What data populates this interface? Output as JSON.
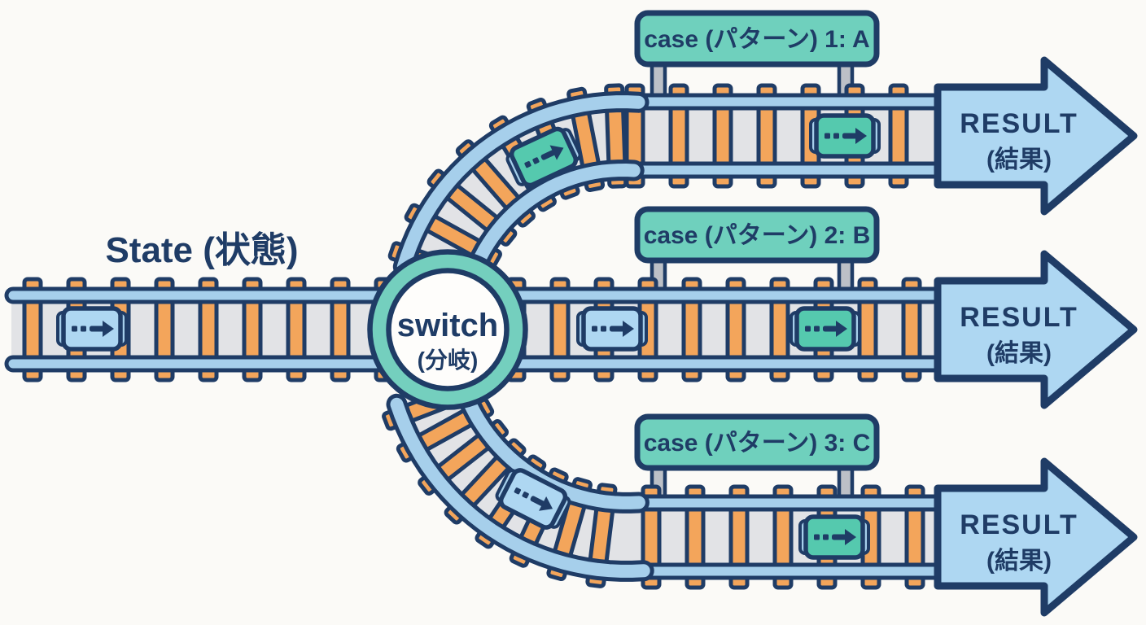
{
  "diagram": {
    "state_label": "State (状態)",
    "switch": {
      "label": "switch",
      "sublabel": "(分岐)"
    },
    "cases": [
      {
        "label": "case (パターン) 1: A"
      },
      {
        "label": "case (パターン) 2: B"
      },
      {
        "label": "case (パターン) 3: C"
      }
    ],
    "result": {
      "label": "RESULT",
      "sublabel": "(結果)"
    },
    "markers": {
      "icon": "dotted-arrow-icon",
      "count": 7
    },
    "colors": {
      "navy": "#1f3c66",
      "rail_blue": "#a6cfeb",
      "arrow_blue": "#aed7f2",
      "tie_orange": "#f3a55b",
      "bed_gray": "#e2e3e6",
      "sign_teal": "#6fd0bd",
      "marker_teal": "#55c9ae",
      "ring_teal": "#74cfbe",
      "switch_center": "#fefdfb",
      "post_gray": "#bcc0c7",
      "background": "#fbfaf7"
    }
  }
}
